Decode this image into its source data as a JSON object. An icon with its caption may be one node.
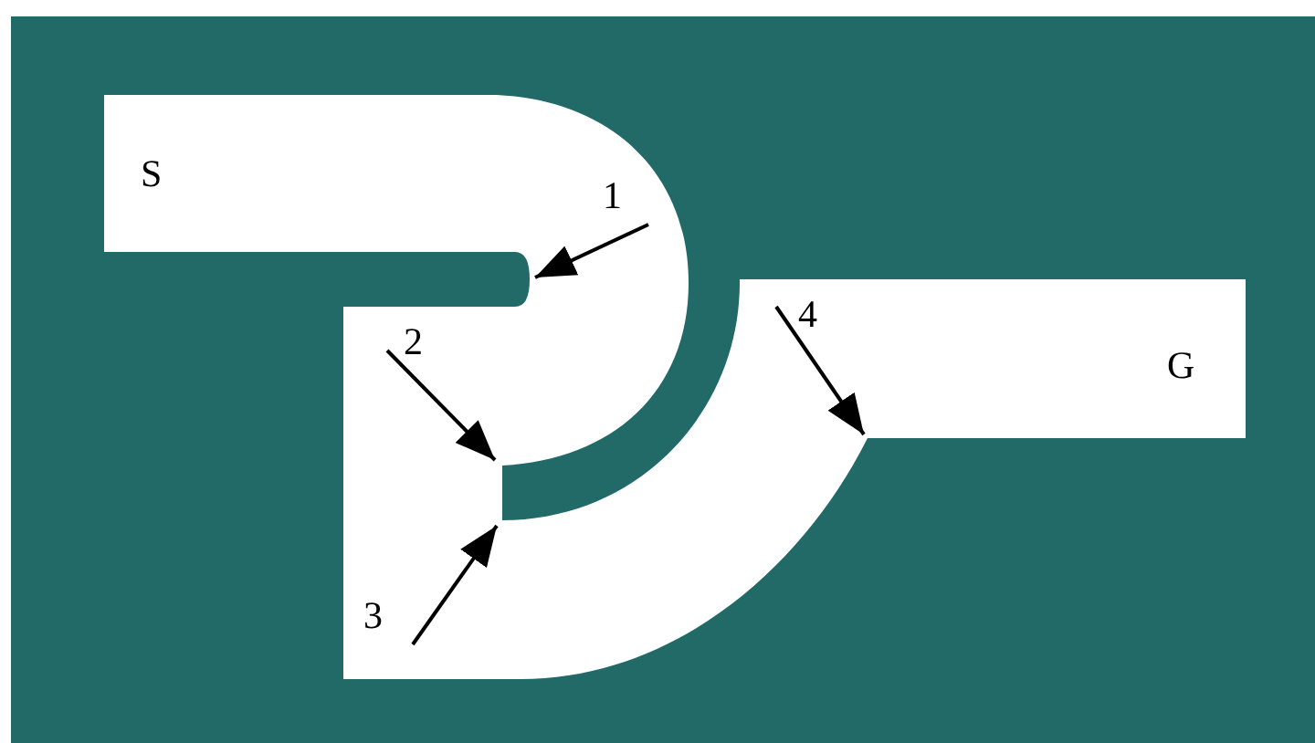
{
  "diagram": {
    "nodes": [
      {
        "text": [
          "1"
        ]
      },
      {
        "text": [
          "2"
        ]
      },
      {
        "text": [
          "3"
        ]
      },
      {
        "text": [
          "4"
        ]
      }
    ],
    "edges": [
      {
        "from": 0,
        "to": null,
        "arrow": "to"
      },
      {
        "from": 1,
        "to": null,
        "arrow": "to"
      },
      {
        "from": 2,
        "to": null,
        "arrow": "to"
      },
      {
        "from": 3,
        "to": null,
        "arrow": "to"
      }
    ],
    "labels": [
      "S",
      "G"
    ]
  }
}
